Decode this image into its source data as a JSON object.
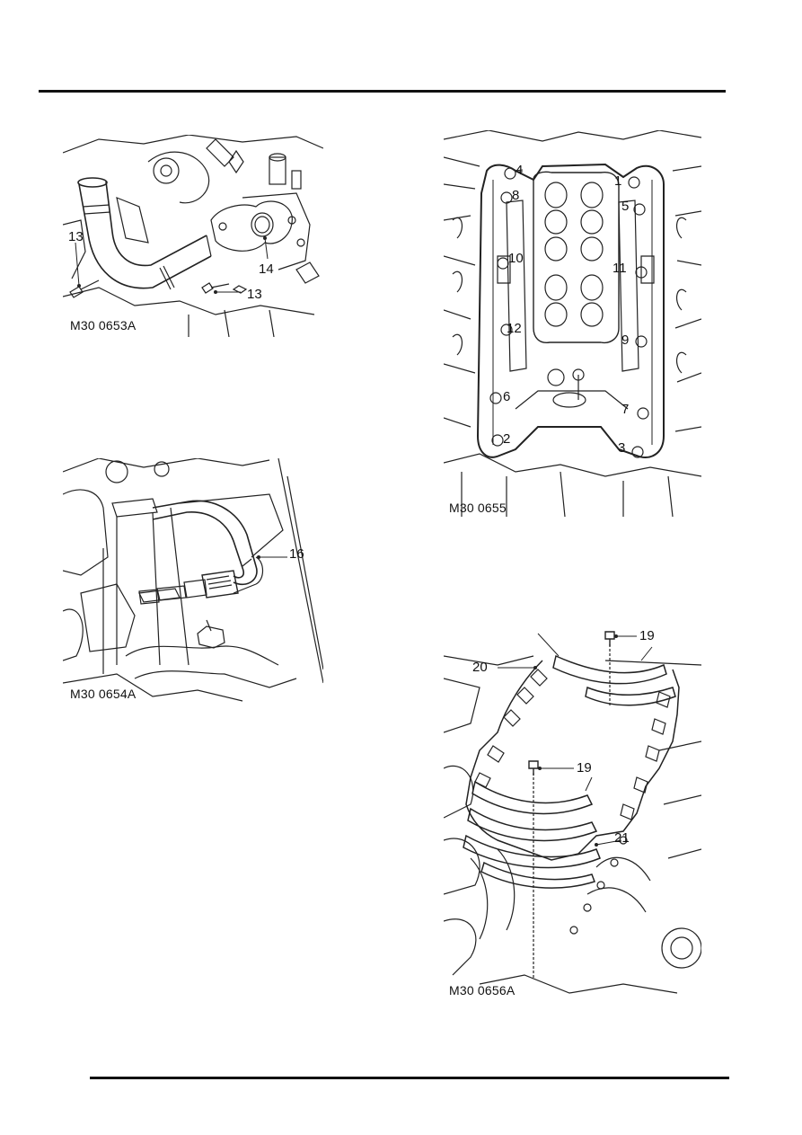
{
  "figures": [
    {
      "id": "fig1",
      "code": "M30 0653A",
      "callouts": [
        "13",
        "14",
        "13"
      ]
    },
    {
      "id": "fig2",
      "code": "M30 0654A",
      "callouts": [
        "16"
      ]
    },
    {
      "id": "fig3",
      "code": "M30 0655",
      "callouts": [
        "4",
        "1",
        "8",
        "5",
        "10",
        "11",
        "12",
        "9",
        "6",
        "7",
        "2",
        "3"
      ]
    },
    {
      "id": "fig4",
      "code": "M30 0656A",
      "callouts": [
        "19",
        "20",
        "19",
        "21"
      ]
    }
  ]
}
